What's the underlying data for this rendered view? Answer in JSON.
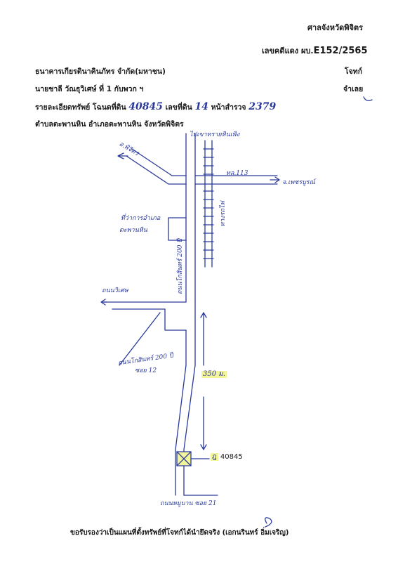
{
  "header": {
    "court": "ศาลจังหวัดพิจิตร",
    "case_no_label": "เลขคดีแดง ผบ.",
    "case_no_value": "E152/2565"
  },
  "parties": {
    "plaintiff": "ธนาคารเกียรตินาคินภัทร จำกัด(มหาชน)",
    "plaintiff_role": "โจทก์",
    "defendant": "นายชาลี  วัณธุวิเศษ์  ที่ 1 กับพวก ฯ",
    "defendant_role": "จำเลย"
  },
  "property": {
    "detail_label": "รายละเอียดทรัพย์ โฉนดที่ดิน",
    "deed_no": "40845",
    "land_no_label": "เลขที่ดิน",
    "land_no": "14",
    "survey_label": "หน้าสำรวจ",
    "survey_no": "2379",
    "location": "ตำบลตะพานหิน  อำเภอตะพานหิน  จังหวัดพิจิตร"
  },
  "map": {
    "label_top_road": "ไปเขาทรายหินเพิง",
    "label_left_town": "อ.พิจิตร",
    "label_route": "ทล.113",
    "label_right_town": "จ.เพชรบูรณ์",
    "label_railway": "ทางรถไฟ",
    "label_district_office": "ที่ว่าการอำเภอ",
    "label_district_office_2": "ตะพานหิน",
    "label_road_main": "ถนนโกสินทร์ 200 ปี",
    "label_road_left": "ถนนวิเศษ",
    "label_road_lower": "ถนนโกสินทร์ 200 ปี",
    "label_soi": "ซอย 12",
    "label_distance": "350 ม.",
    "label_bottom_road": "ถนนหมูบาน ซอย 21",
    "plot_prefix": "ฎ",
    "plot_no": "40845"
  },
  "footer": {
    "certify": "ขอรับรองว่าเป็นแผนที่ตั้งทรัพย์ที่โจทก์ได้นำยึดจริง (เอกนรินทร์ อิ่มเจริญ)"
  }
}
